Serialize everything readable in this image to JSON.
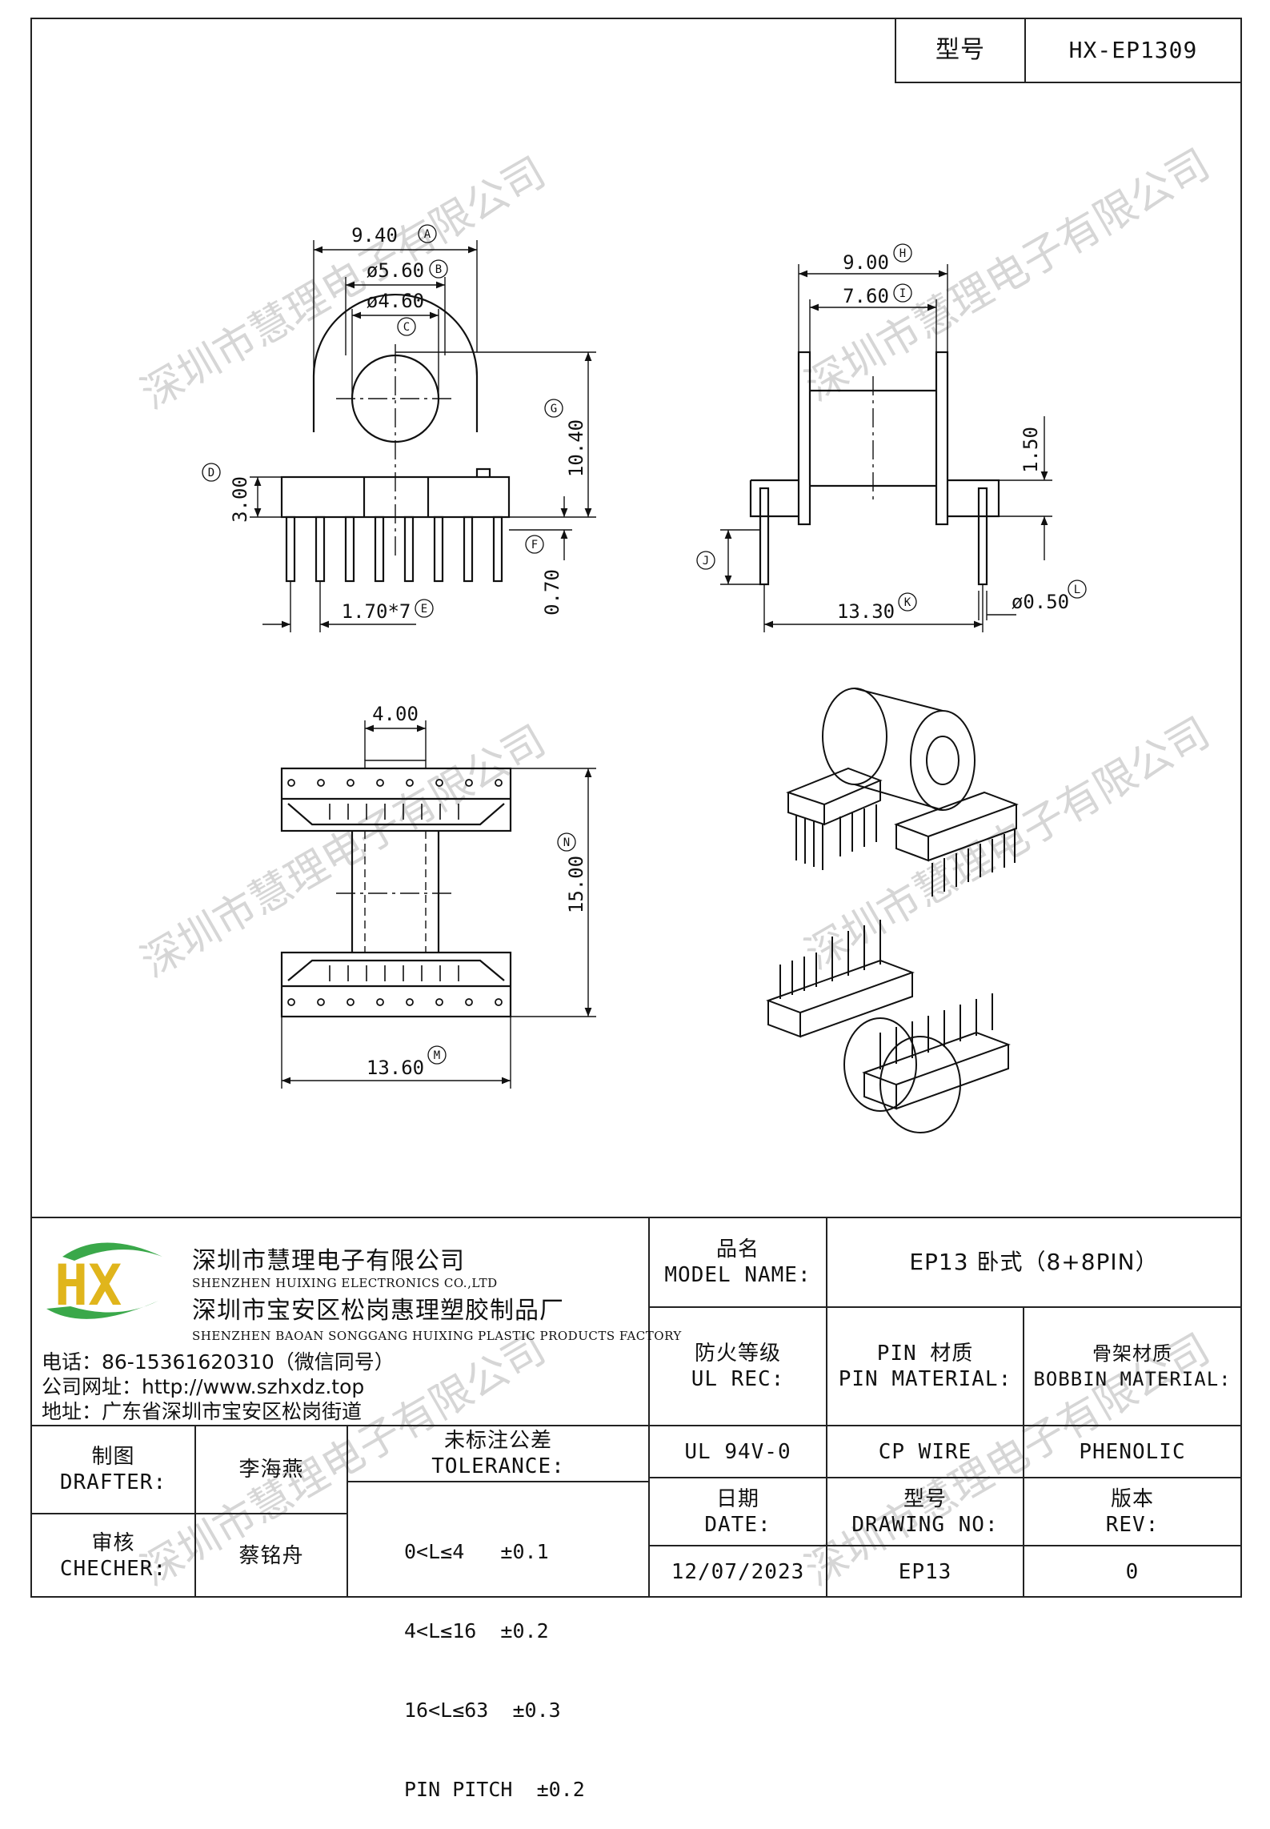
{
  "header": {
    "model_label": "型号",
    "model_value": "HX-EP1309"
  },
  "watermark": "深圳市慧理电子有限公司",
  "drawing": {
    "front": {
      "d_940": "9.40",
      "d_560": "ø5.60",
      "d_460": "ø4.60",
      "d_1040": "10.40",
      "d_300": "3.00",
      "d_070": "0.70",
      "d_pitch": "1.70*7",
      "ref_a": "A",
      "ref_b": "B",
      "ref_c": "C",
      "ref_d": "D",
      "ref_e": "E",
      "ref_f": "F",
      "ref_g": "G"
    },
    "side": {
      "d_900": "9.00",
      "d_760": "7.60",
      "d_150": "1.50",
      "d_1330": "13.30",
      "d_050": "ø0.50",
      "ref_h": "H",
      "ref_i": "I",
      "ref_j": "J",
      "ref_k": "K",
      "ref_l": "L"
    },
    "top": {
      "d_400": "4.00",
      "d_1500": "15.00",
      "d_1360": "13.60",
      "ref_m": "M",
      "ref_n": "N"
    }
  },
  "company": {
    "name_cn": "深圳市慧理电子有限公司",
    "name_en": "SHENZHEN HUIXING ELECTRONICS CO.,LTD",
    "factory_cn": "深圳市宝安区松岗惠理塑胶制品厂",
    "factory_en": "SHENZHEN BAOAN SONGGANG HUIXING PLASTIC PRODUCTS FACTORY",
    "phone": "电话：86-15361620310（微信同号）",
    "website": "公司网址：http://www.szhxdz.top",
    "address": "地址：广东省深圳市宝安区松岗街道",
    "logo_text": "HX",
    "logo_colors": {
      "green": "#3aa84a",
      "yellow": "#e0b51c"
    }
  },
  "titleblock": {
    "model_name_cn": "品名",
    "model_name_en": "MODEL NAME:",
    "model_name_value": "EP13 卧式（8+8PIN）",
    "ul_cn": "防火等级",
    "ul_en": "UL REC:",
    "pin_cn": "PIN 材质",
    "pin_en": "PIN MATERIAL:",
    "bobbin_cn": "骨架材质",
    "bobbin_en": "BOBBIN MATERIAL:",
    "ul_value": "UL 94V-0",
    "pin_value": "CP WIRE",
    "bobbin_value": "PHENOLIC",
    "drafter_cn": "制图",
    "drafter_en": "DRAFTER:",
    "drafter_value": "李海燕",
    "checker_cn": "审核",
    "checker_en": "CHECHER:",
    "checker_value": "蔡铭舟",
    "tolerance_cn": "未标注公差",
    "tolerance_en": "TOLERANCE:",
    "tolerance_lines": [
      "0<L≤4   ±0.1",
      "4<L≤16  ±0.2",
      "16<L≤63  ±0.3",
      "PIN PITCH  ±0.2"
    ],
    "date_cn": "日期",
    "date_en": "DATE:",
    "date_value": "12/07/2023",
    "drawing_no_cn": "型号",
    "drawing_no_en": "DRAWING NO:",
    "drawing_no_value": "EP13",
    "rev_cn": "版本",
    "rev_en": "REV:",
    "rev_value": "0"
  }
}
